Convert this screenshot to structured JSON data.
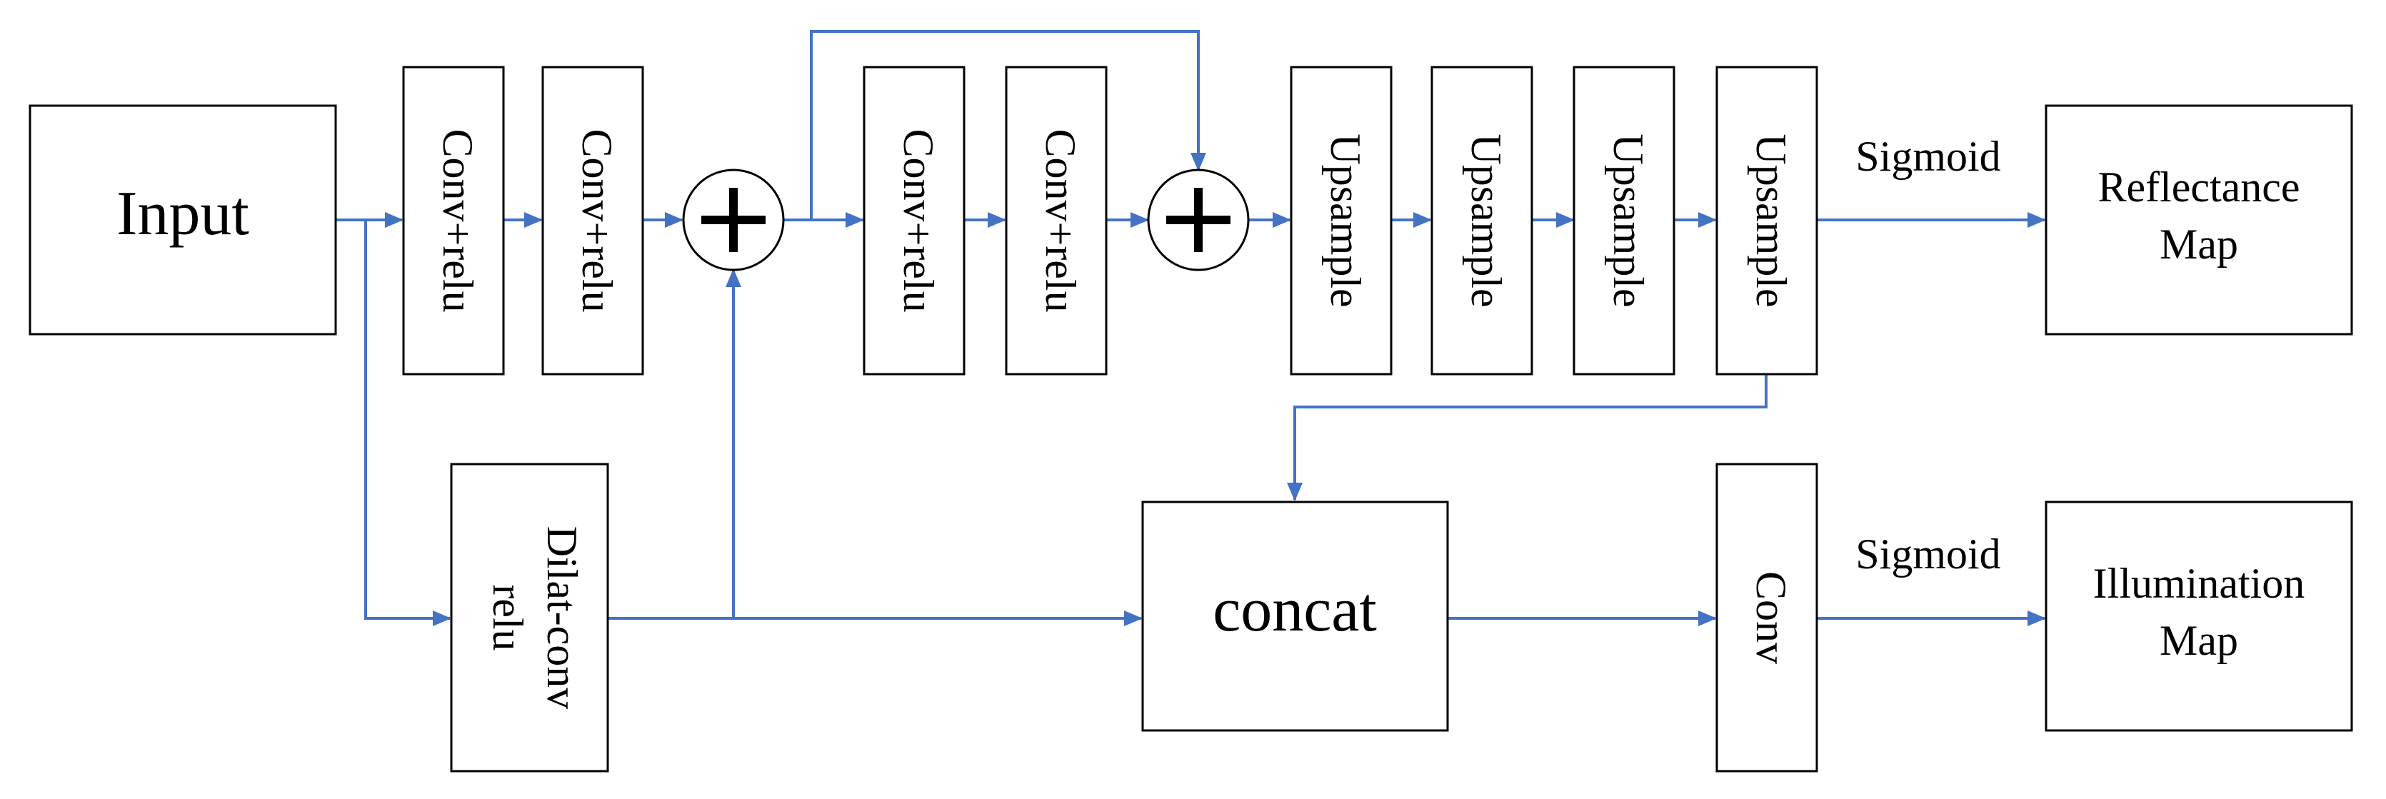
{
  "diagram": {
    "colors": {
      "arrow": "#4472c4",
      "box_stroke": "#000000",
      "text": "#000000"
    },
    "nodes": {
      "input": "Input",
      "conv1": "Conv+relu",
      "conv2": "Conv+relu",
      "conv3": "Conv+relu",
      "conv4": "Conv+relu",
      "up1": "Upsample",
      "up2": "Upsample",
      "up3": "Upsample",
      "up4": "Upsample",
      "dilat_line1": "Dilat-conv",
      "dilat_line2": "relu",
      "concat": "concat",
      "conv_final": "Conv",
      "reflectance_line1": "Reflectance",
      "reflectance_line2": "Map",
      "illumination_line1": "Illumination",
      "illumination_line2": "Map"
    },
    "edge_labels": {
      "sigmoid_top": "Sigmoid",
      "sigmoid_bottom": "Sigmoid"
    },
    "operators": {
      "add1": "add-operator",
      "add2": "add-operator"
    }
  }
}
